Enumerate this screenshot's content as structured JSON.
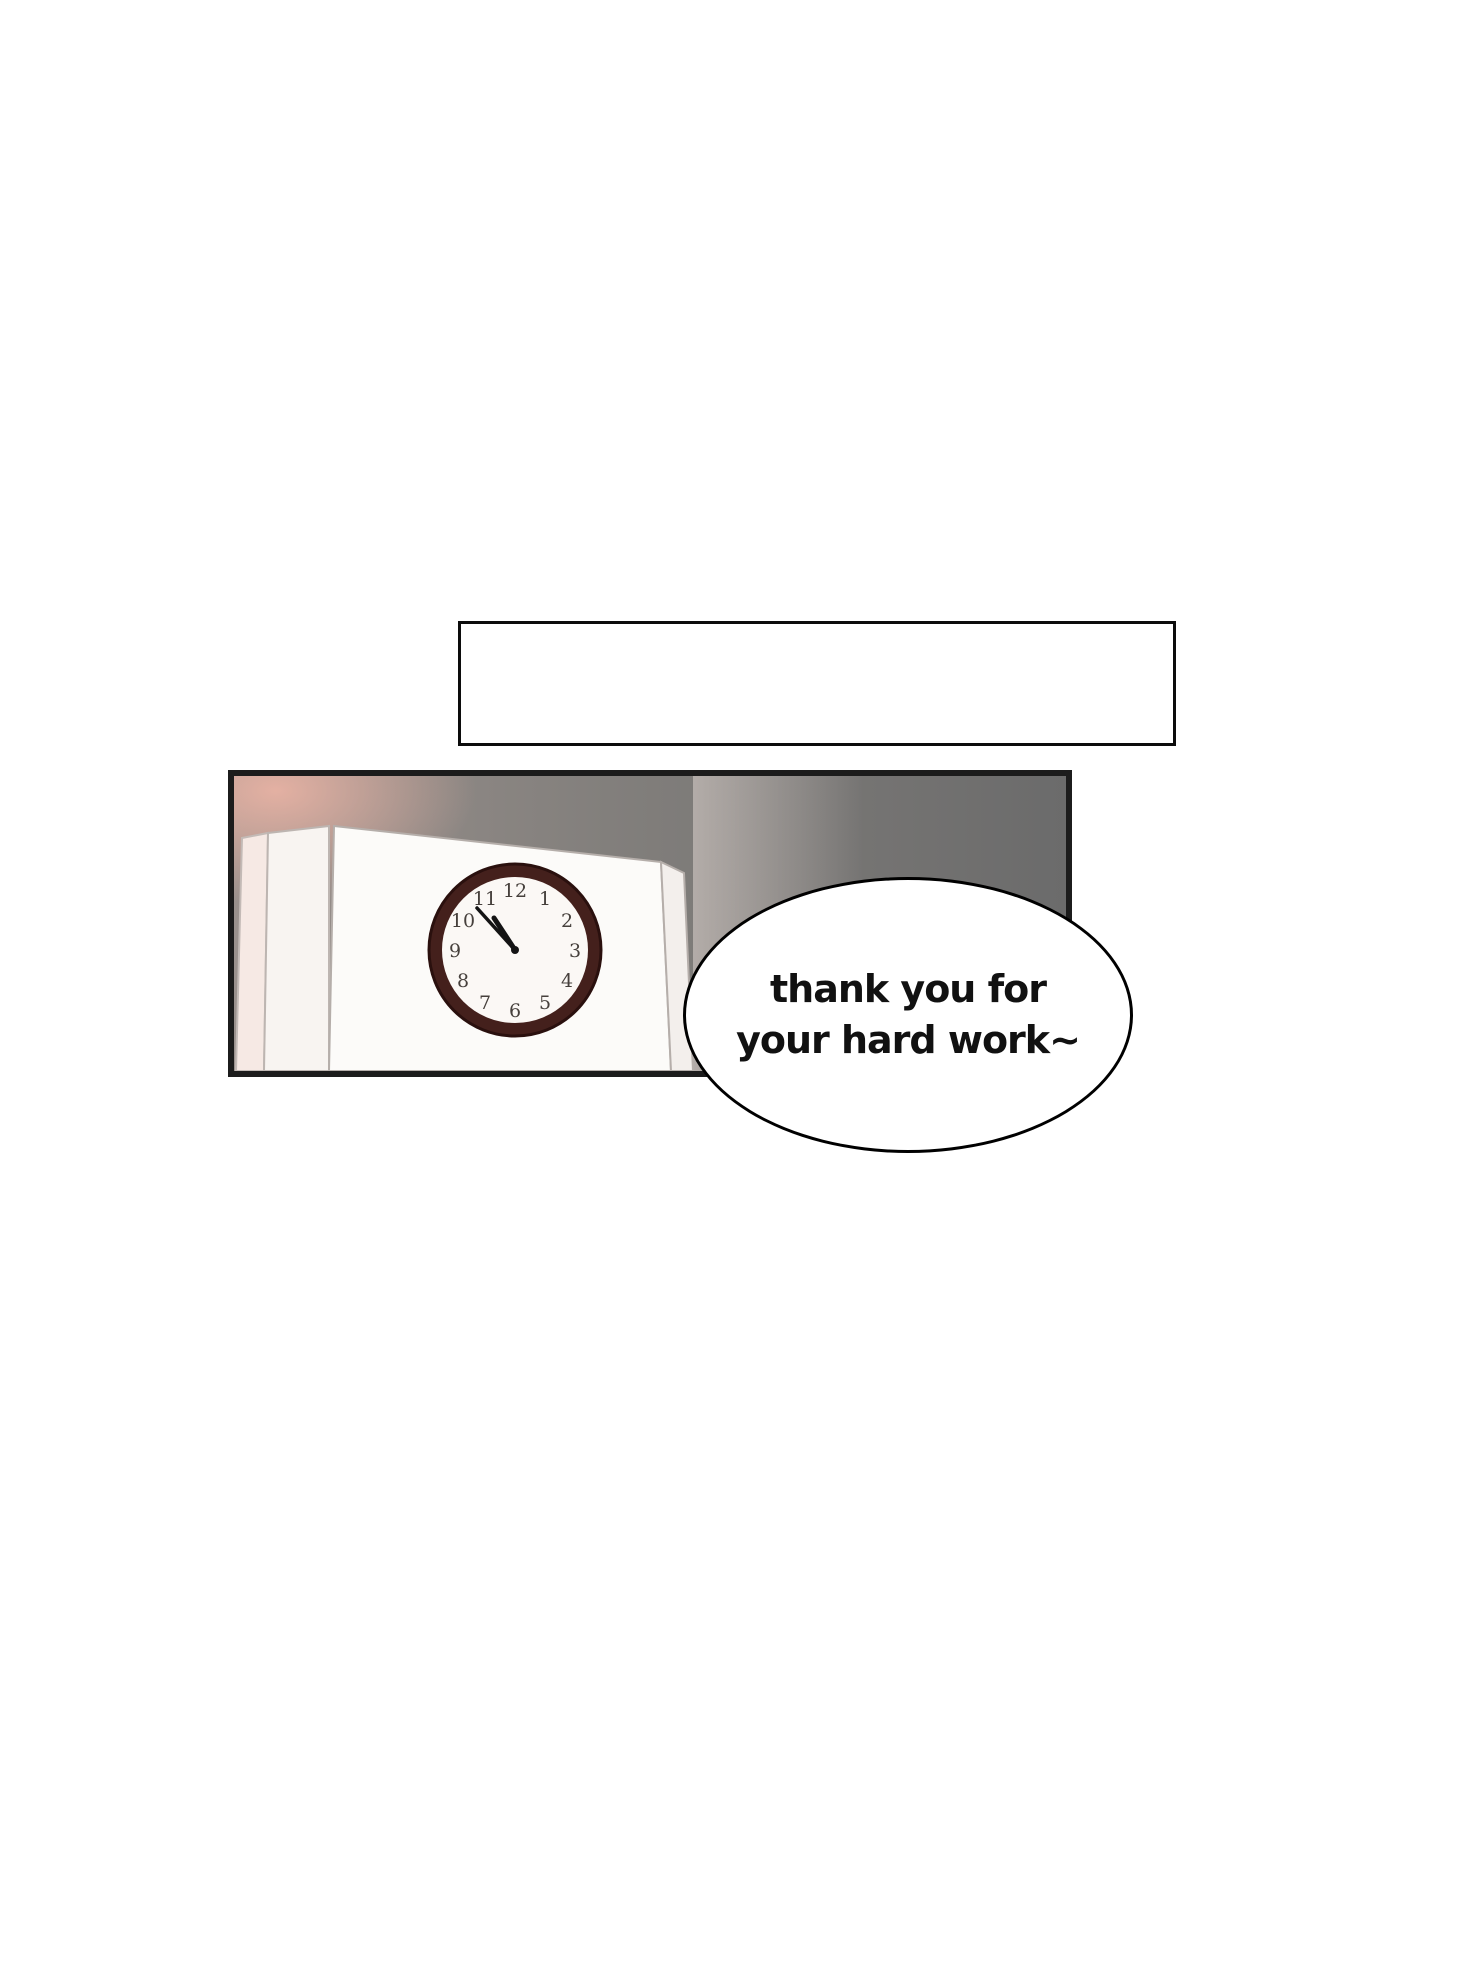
{
  "page": {
    "background": "#ffffff"
  },
  "caption_box": {
    "text": ""
  },
  "scene": {
    "colors": {
      "panel_border": "#1c1c1c",
      "bg_left": "#9a918d",
      "bg_mid": "#827f7c",
      "bg_right": "#6b6b6b",
      "pink_tint": "#ecb4a5",
      "wall_white": "#fcfbf9",
      "wall_side": "#f3efec",
      "wall_strip_mid": "#f8f4f1",
      "wall_strip_far": "#f6e9e4",
      "clock_rim": "#44201c",
      "clock_rim_edge": "#2a100e",
      "clock_face": "#fbf8f5",
      "clock_hands": "#141414"
    },
    "clock": {
      "numerals": [
        "12",
        "1",
        "2",
        "3",
        "4",
        "5",
        "6",
        "7",
        "8",
        "9",
        "10",
        "11"
      ],
      "time_shown": "10:53"
    }
  },
  "bubble": {
    "text": "thank you for\nyour hard work~"
  }
}
